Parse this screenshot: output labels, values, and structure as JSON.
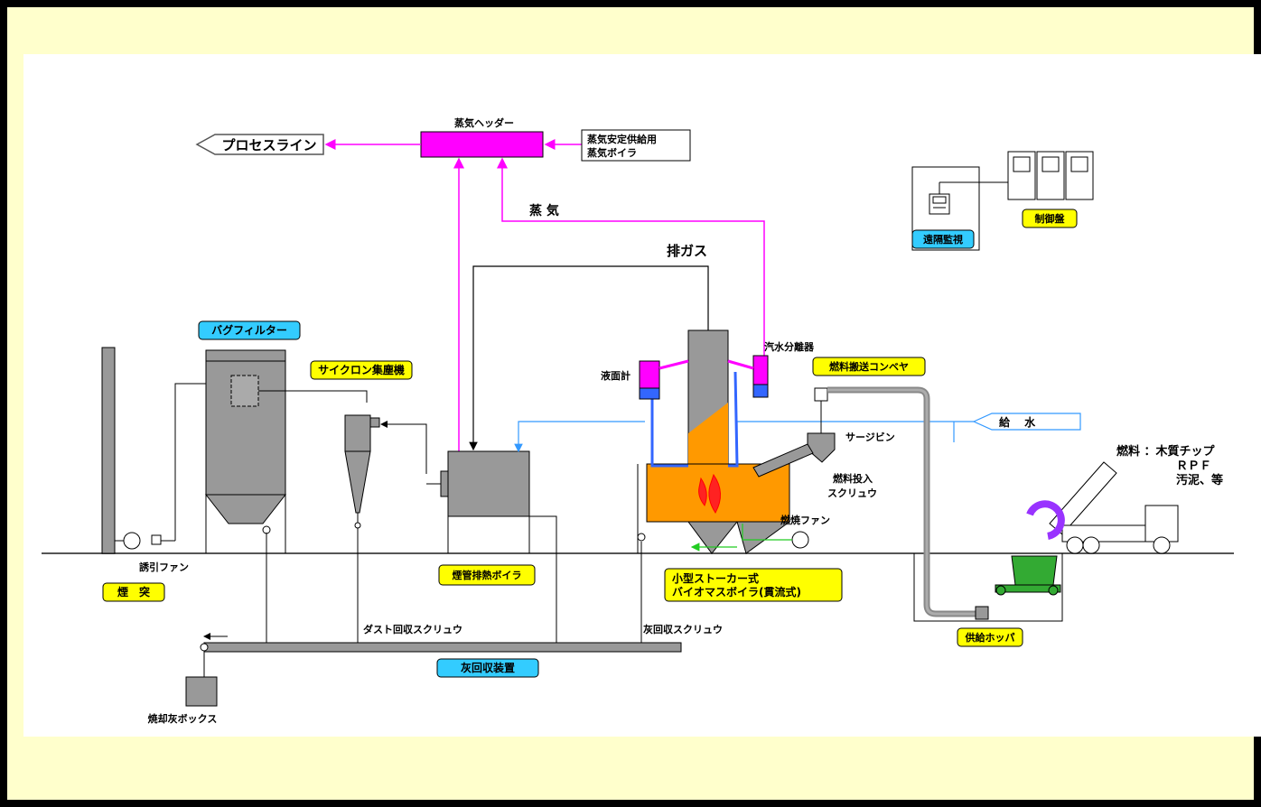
{
  "diagram": {
    "process_line": "プロセスライン",
    "steam_header": "蒸気ヘッダー",
    "backup_boiler_line1": "蒸気安定供給用",
    "backup_boiler_line2": "蒸気ボイラ",
    "steam": "蒸 気",
    "exhaust_gas": "排ガス",
    "bag_filter": "バグフィルター",
    "cyclone": "サイクロン集塵機",
    "level_gauge": "液面計",
    "steam_separator": "汽水分離器",
    "fuel_conveyor": "燃料搬送コンベヤ",
    "feed_water": "給　 水",
    "surge_bin": "サージビン",
    "fuel_label": "燃料 ：木質チップ",
    "fuel_rpf": "ＲＰＦ",
    "fuel_sludge": "汚泥、等",
    "fuel_screw_line1": "燃料投入",
    "fuel_screw_line2": "スクリュウ",
    "combustion_fan": "燃焼ファン",
    "induced_fan": "誘引ファン",
    "chimney": "煙　突",
    "flue_tube_boiler": "煙管排熱ボイラ",
    "biomass_boiler_line1": "小型ストーカー式",
    "biomass_boiler_line2": "バイオマスボイラ(貫流式)",
    "dust_screw": "ダスト回収スクリュウ",
    "ash_screw": "灰回収スクリュウ",
    "ash_recovery": "灰回収装置",
    "ash_box": "焼却灰ボックス",
    "feed_hopper": "供給ホッパ",
    "remote_monitor": "遠隔監視",
    "control_panel": "制御盤"
  },
  "colors": {
    "steam_line": "#ff00ff",
    "water_line": "#3399ff",
    "label_yellow": "#ffff00",
    "label_blue": "#33ccff",
    "equipment_gray": "#999999",
    "boiler_orange": "#ff9900",
    "hopper_green": "#33aa33"
  }
}
